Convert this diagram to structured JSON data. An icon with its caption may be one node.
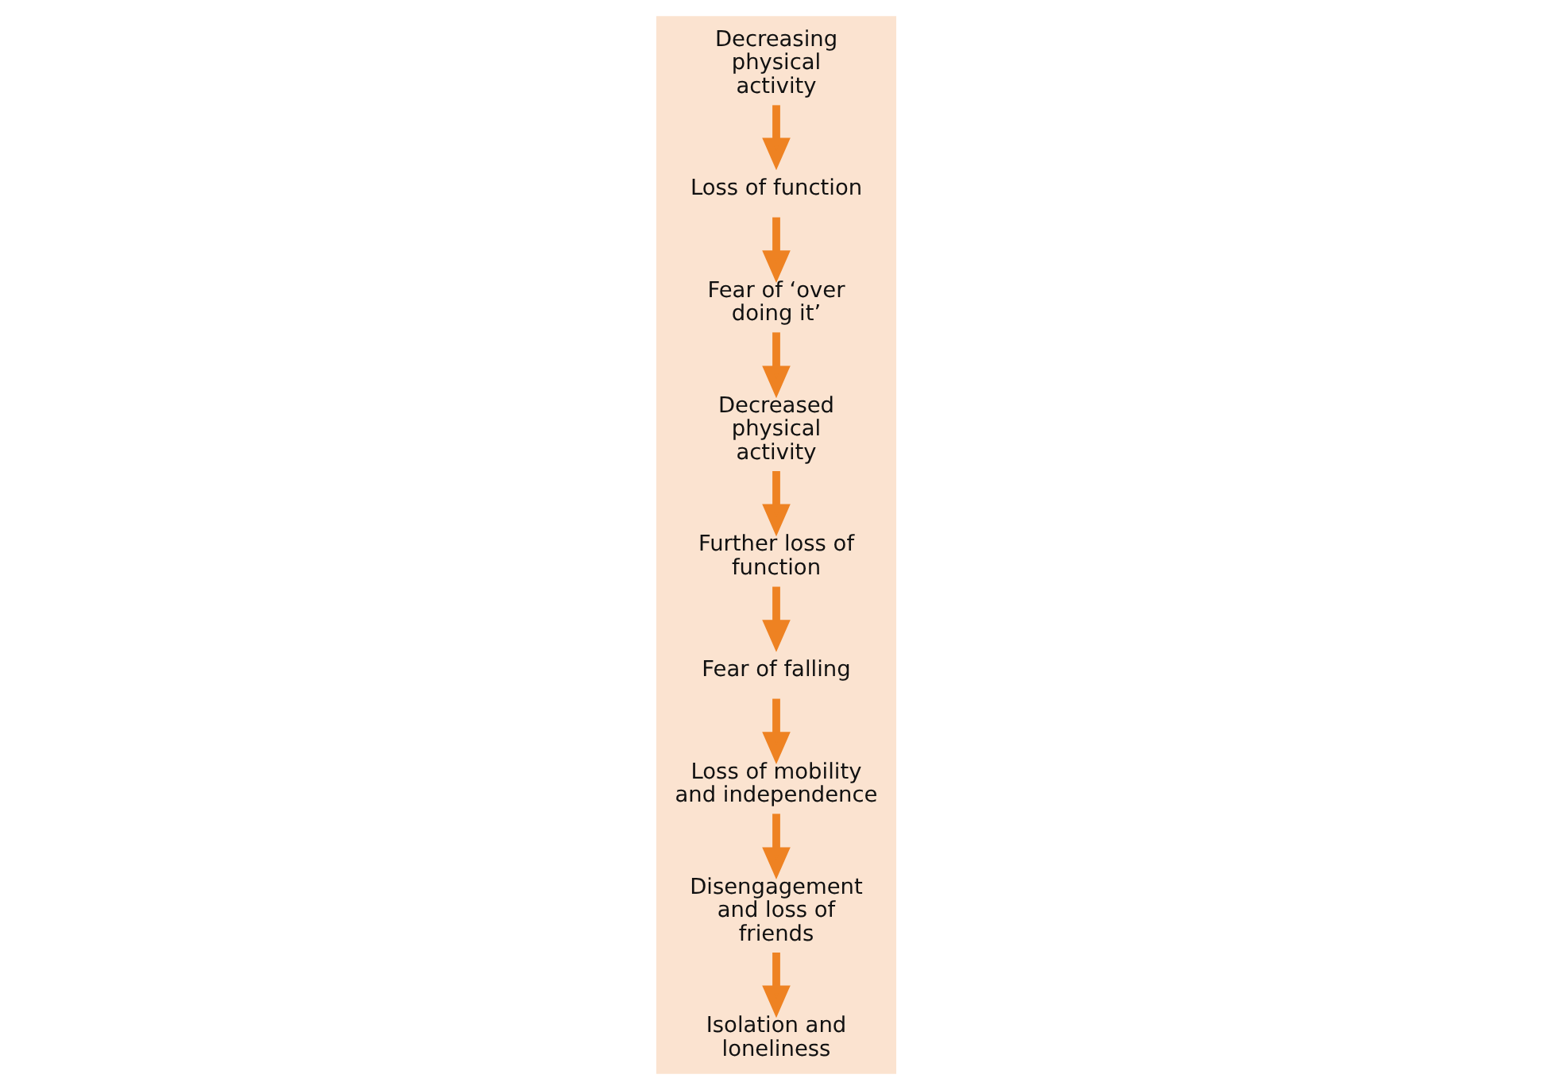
{
  "diagram": {
    "nodes": [
      {
        "text": [
          "Decreasing physical activity"
        ]
      },
      {
        "text": [
          "Loss of function"
        ]
      },
      {
        "text": [
          "Fear of ‘over doing it’"
        ]
      },
      {
        "text": [
          "Decreased physical activity"
        ]
      },
      {
        "text": [
          "Further loss of function"
        ]
      },
      {
        "text": [
          "Fear of falling"
        ]
      },
      {
        "text": [
          "Loss of mobility and independence"
        ]
      },
      {
        "text": [
          "Disengagement and loss of friends"
        ]
      },
      {
        "text": [
          "Isolation and loneliness"
        ]
      }
    ],
    "edges": [
      {
        "from": 0,
        "to": 1,
        "arrow": "to"
      },
      {
        "from": 1,
        "to": 2,
        "arrow": "to"
      },
      {
        "from": 2,
        "to": 3,
        "arrow": "to"
      },
      {
        "from": 3,
        "to": 4,
        "arrow": "to"
      },
      {
        "from": 4,
        "to": 5,
        "arrow": "to"
      },
      {
        "from": 5,
        "to": 6,
        "arrow": "to"
      },
      {
        "from": 6,
        "to": 7,
        "arrow": "to"
      },
      {
        "from": 7,
        "to": 8,
        "arrow": "to"
      }
    ]
  }
}
